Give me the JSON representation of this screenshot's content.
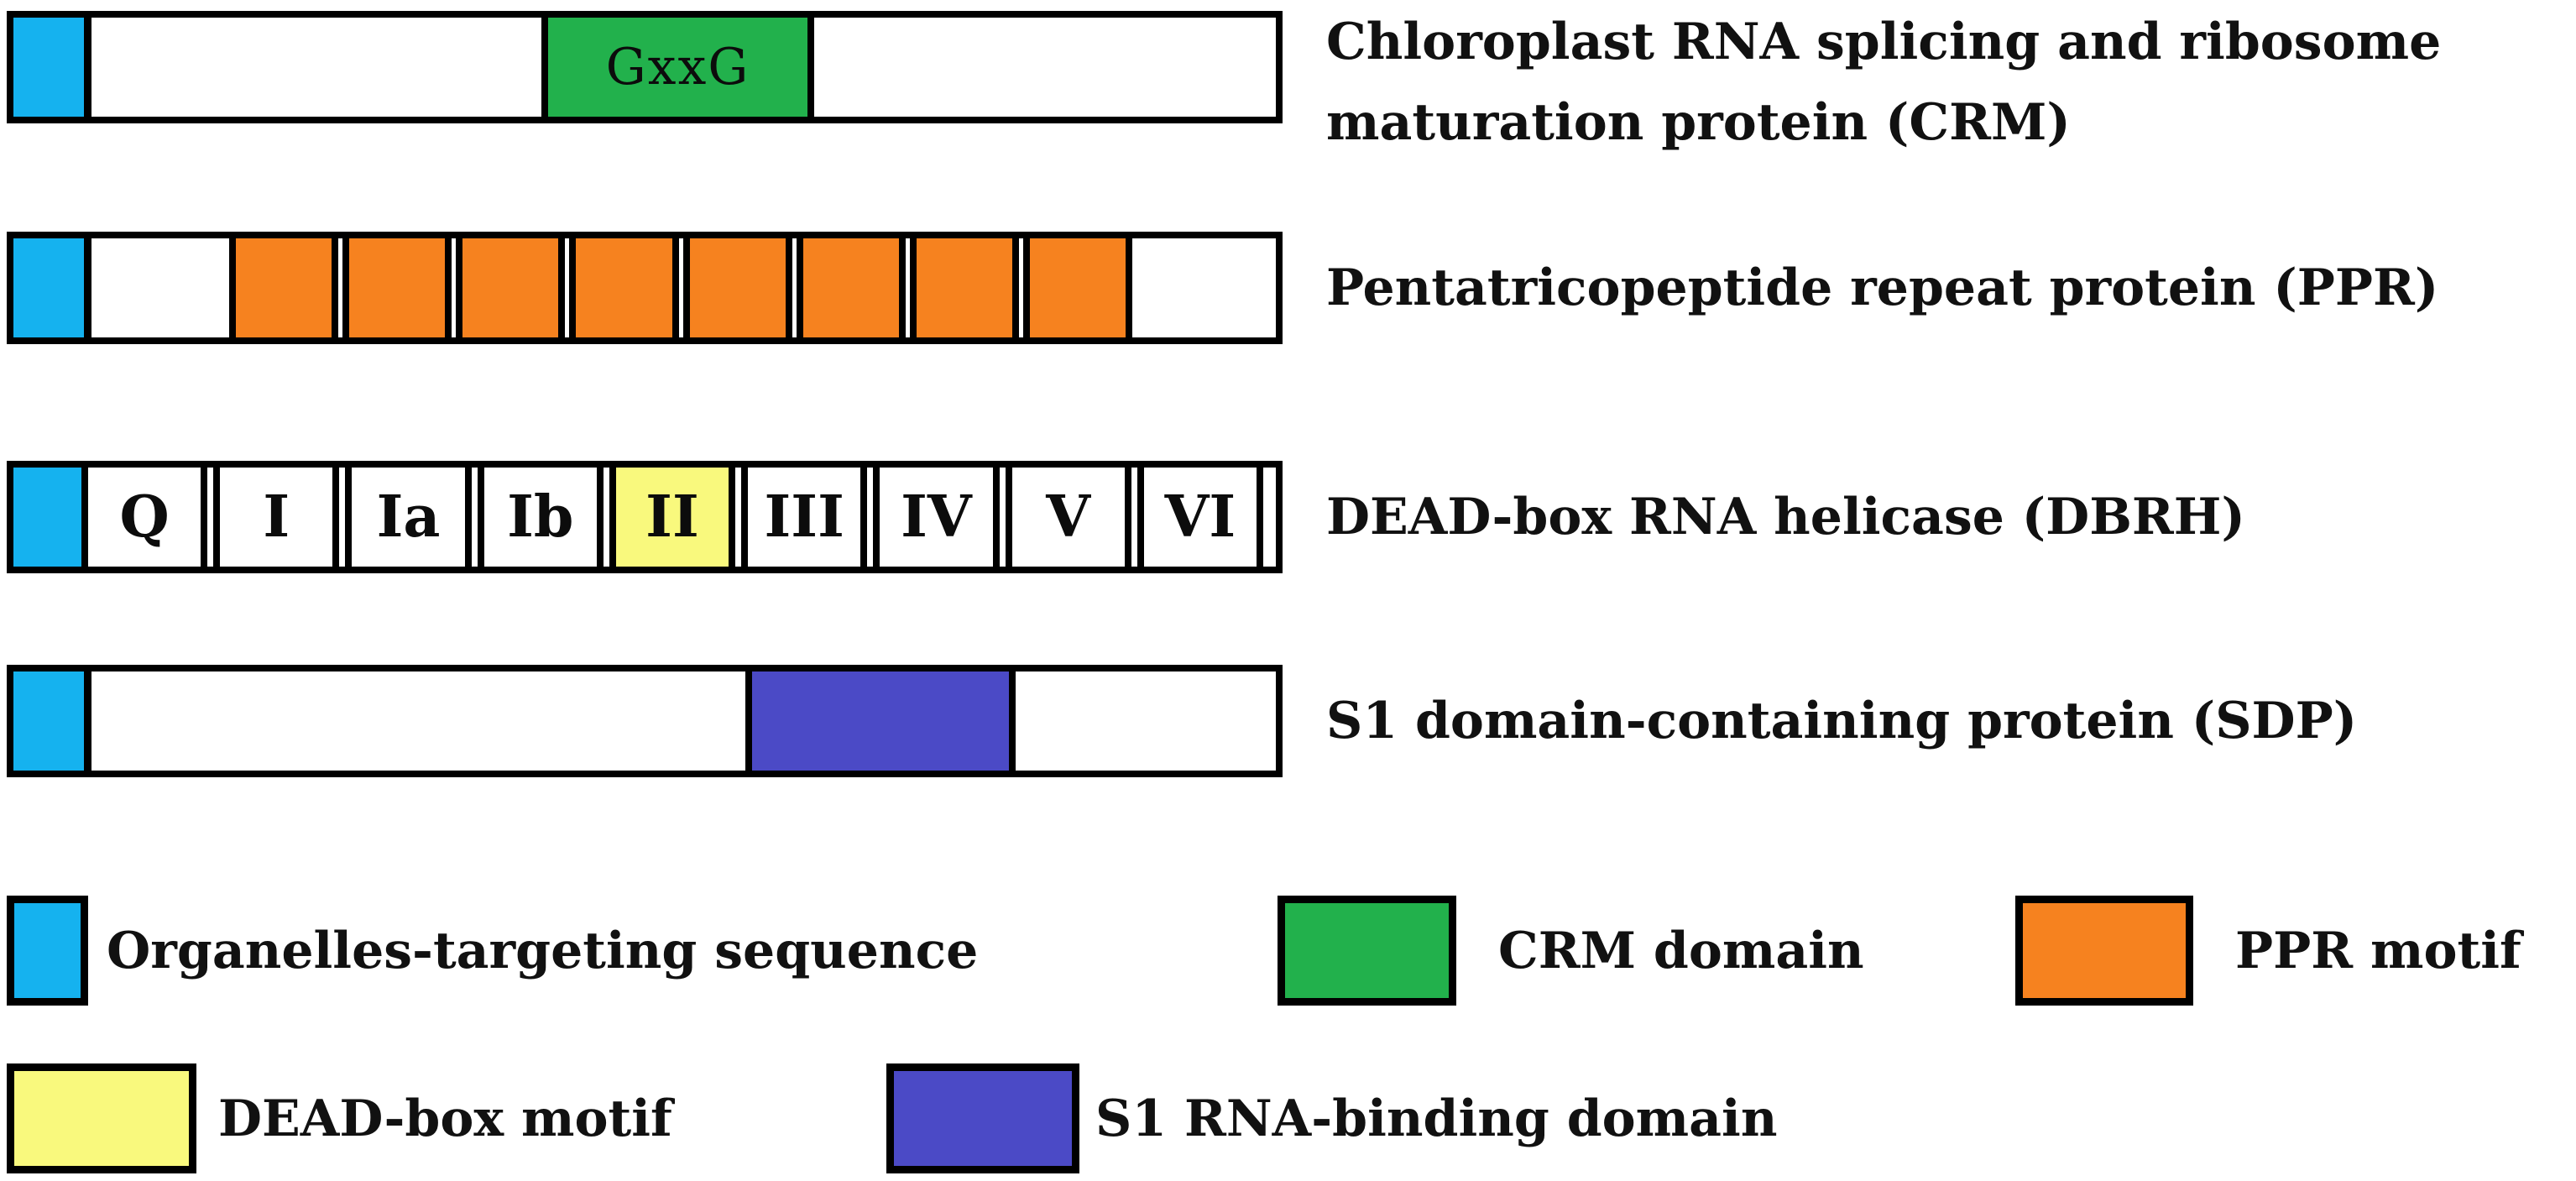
{
  "colors": {
    "targeting": "#15b2ef",
    "crm": "#22b14c",
    "ppr": "#f6821f",
    "dead": "#f9f97d",
    "s1": "#4b4ac6",
    "outline": "#000000",
    "text": "#111111"
  },
  "proteins": [
    {
      "name": "CRM",
      "label_line1": "Chloroplast RNA splicing and ribosome",
      "label_line2": "maturation protein (CRM)",
      "domain_text": "GxxG"
    },
    {
      "name": "PPR",
      "label": "Pentatricopeptide repeat protein (PPR)",
      "motif_count": 8
    },
    {
      "name": "DBRH",
      "label": "DEAD-box RNA helicase (DBRH)",
      "segments": [
        "Q",
        "I",
        "Ia",
        "Ib",
        "II",
        "III",
        "IV",
        "V",
        "VI"
      ],
      "highlighted_segment": "II"
    },
    {
      "name": "SDP",
      "label": "S1 domain-containing protein (SDP)"
    }
  ],
  "legend": [
    {
      "swatch": "targeting",
      "label": "Organelles-targeting sequence"
    },
    {
      "swatch": "crm",
      "label": "CRM domain"
    },
    {
      "swatch": "ppr",
      "label": "PPR motif"
    },
    {
      "swatch": "dead",
      "label": "DEAD-box motif"
    },
    {
      "swatch": "s1",
      "label": "S1 RNA-binding domain"
    }
  ]
}
